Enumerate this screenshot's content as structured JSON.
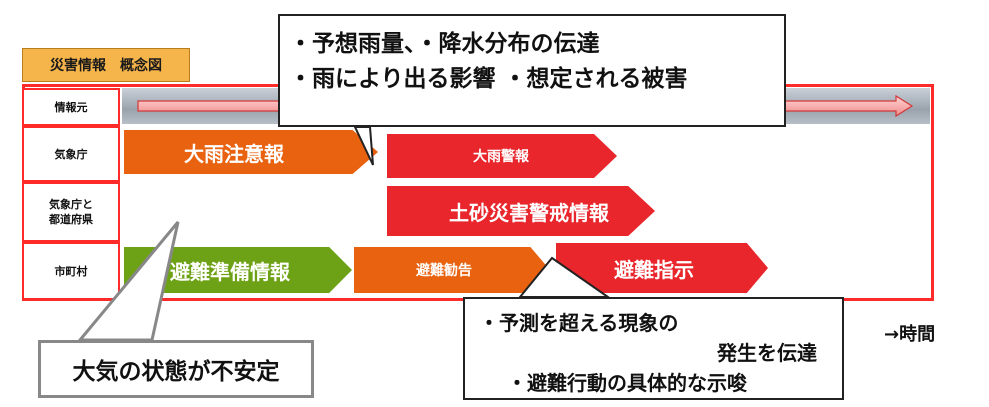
{
  "title": "災害情報　概念図",
  "rows": [
    {
      "label": "情報元"
    },
    {
      "label": "気象庁"
    },
    {
      "label": "気象庁と\n都道府県"
    },
    {
      "label": "市町村"
    }
  ],
  "banners": {
    "heavy_rain_advisory": "大雨注意報",
    "heavy_rain_warning": "大雨警報",
    "landslide_warning": "土砂災害警戒情報",
    "evacuation_prep": "避難準備情報",
    "evacuation_advisory": "避難勧告",
    "evacuation_order": "避難指示"
  },
  "callouts": {
    "top_line1": "・予想雨量、・降水分布の伝達",
    "top_line2": "・雨により出る影響 ・想定される被害",
    "bottom_left": "大気の状態が不安定",
    "bottom_right_line1": "・予測を超える現象の",
    "bottom_right_line2": "発生を伝達",
    "bottom_right_line3": "・避難行動の具体的な示唆"
  },
  "time_axis_label": "→時間",
  "colors": {
    "orange": "#e8620f",
    "red": "#e8262c",
    "green": "#6ea216",
    "frame_red": "#ff2a2a",
    "title_bg": "#f6b54a"
  }
}
